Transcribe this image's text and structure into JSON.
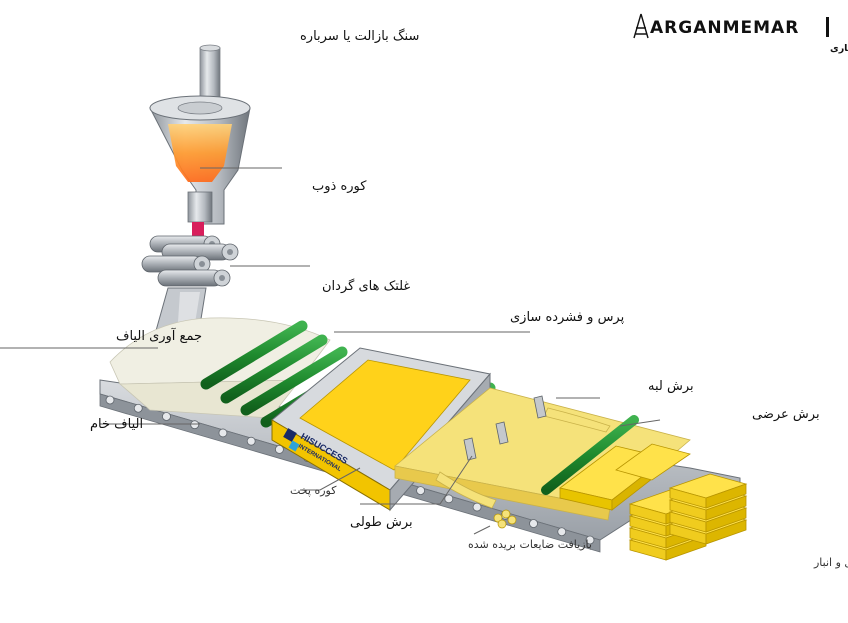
{
  "logo": {
    "title": "ARGANMEMAR",
    "subtitle": "گروه تخصصی ارکـــــان معماری"
  },
  "machine_brand": {
    "line1": "HISUCCESS",
    "line2": "INTERNATIONAL"
  },
  "labels": {
    "basalt": "سنگ بازالت یا سرباره",
    "furnace": "کوره ذوب",
    "rollers": "غلتک های گردان",
    "collection": "جمع آوری الیاف",
    "press": "پرس و فشرده سازی",
    "raw_fiber": "الیاف خام",
    "edge_cut": "برش لبه",
    "cross_cut": "برش عرضی",
    "oven": "کوره پخت",
    "long_cut": "برش طولی",
    "recycle": "بازیافت ضایعات بریده شده",
    "packing": "بسته بندی و انبار"
  },
  "colors": {
    "melt": "#ff8a1e",
    "stream": "#d81e5b",
    "fiber_rod": "#1f8a2e",
    "oven_panel": "#ffd21a",
    "insulation": "#f5e27a",
    "machine_gray": "#b8bcc2"
  }
}
